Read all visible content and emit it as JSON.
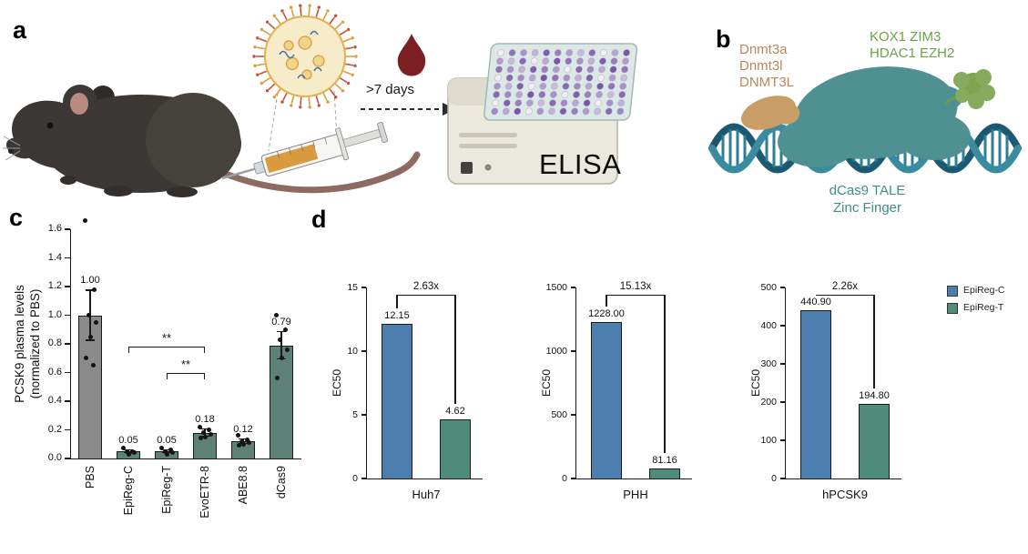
{
  "figure": {
    "panel_a": {
      "label": "a",
      "arrow_text": ">7 days",
      "elisa_text": "ELISA",
      "illustrations": [
        "mouse",
        "lipid-nanoparticle",
        "syringe",
        "blood-drop",
        "elisa-plate-reader"
      ]
    },
    "panel_b": {
      "label": "b",
      "dnmt_lines": [
        "Dnmt3a",
        "Dnmt3l",
        "DNMT3L"
      ],
      "repressor_lines": [
        "KOX1 ZIM3",
        "HDAC1 EZH2"
      ],
      "dna_binder_lines": [
        "dCas9 TALE",
        "Zinc Finger"
      ],
      "colors": {
        "dnmt": "#bb8758",
        "repressor": "#6da249",
        "dna_binder": "#3f8b8f"
      }
    },
    "panel_c": {
      "label": "c"
    },
    "panel_d": {
      "label": "d"
    }
  },
  "legend": {
    "items": [
      {
        "label": "EpiReg-C",
        "color": "#4d7fae"
      },
      {
        "label": "EpiReg-T",
        "color": "#4f8c7c"
      }
    ]
  },
  "chart_data": [
    {
      "id": "pcsk9_plasma_levels",
      "type": "bar",
      "panel": "c",
      "ylabel_lines": [
        "PCSK9 plasma levels",
        "(normalized to PBS)"
      ],
      "categories": [
        "PBS",
        "EpiReg-C",
        "EpiReg-T",
        "EvoETR-8",
        "ABE8.8",
        "dCas9"
      ],
      "values": [
        1.0,
        0.05,
        0.05,
        0.18,
        0.12,
        0.79
      ],
      "value_labels": [
        "1.00",
        "0.05",
        "0.05",
        "0.18",
        "0.12",
        "0.79"
      ],
      "errors": [
        0.18,
        0.015,
        0.015,
        0.03,
        0.02,
        0.1
      ],
      "points": [
        [
          1.66,
          1.18,
          1.0,
          0.95,
          0.85,
          0.7,
          0.65
        ],
        [
          0.07,
          0.05,
          0.05,
          0.04,
          0.03
        ],
        [
          0.07,
          0.06,
          0.05,
          0.04,
          0.03
        ],
        [
          0.22,
          0.2,
          0.18,
          0.17,
          0.15,
          0.14
        ],
        [
          0.16,
          0.13,
          0.12,
          0.11,
          0.1,
          0.09
        ],
        [
          1.0,
          0.9,
          0.83,
          0.76,
          0.7,
          0.56
        ]
      ],
      "bar_colors": [
        "#8b8b8b",
        "#5e8177",
        "#5e8177",
        "#5e8177",
        "#5e8177",
        "#5e8177"
      ],
      "ylim": [
        0,
        1.6
      ],
      "yticks": [
        0.0,
        0.2,
        0.4,
        0.6,
        0.8,
        1.0,
        1.2,
        1.4,
        1.6
      ],
      "significance": [
        {
          "from": 1,
          "to": 3,
          "label": "**",
          "y": 0.78
        },
        {
          "from": 2,
          "to": 3,
          "label": "**",
          "y": 0.6
        }
      ]
    },
    {
      "id": "ec50_huh7",
      "type": "bar",
      "panel": "d",
      "title": "Huh7",
      "ylabel": "EC50",
      "categories": [
        "EpiReg-C",
        "EpiReg-T"
      ],
      "values": [
        12.15,
        4.62
      ],
      "value_labels": [
        "12.15",
        "4.62"
      ],
      "fold_change": "2.63x",
      "ylim": [
        0,
        15
      ],
      "yticks": [
        0,
        5,
        10,
        15
      ]
    },
    {
      "id": "ec50_phh",
      "type": "bar",
      "panel": "d",
      "title": "PHH",
      "ylabel": "EC50",
      "categories": [
        "EpiReg-C",
        "EpiReg-T"
      ],
      "values": [
        1228.0,
        81.16
      ],
      "value_labels": [
        "1228.00",
        "81.16"
      ],
      "fold_change": "15.13x",
      "ylim": [
        0,
        1500
      ],
      "yticks": [
        0,
        500,
        1000,
        1500
      ]
    },
    {
      "id": "ec50_hpcsk9",
      "type": "bar",
      "panel": "d",
      "title": "hPCSK9",
      "ylabel": "EC50",
      "categories": [
        "EpiReg-C",
        "EpiReg-T"
      ],
      "values": [
        440.9,
        194.8
      ],
      "value_labels": [
        "440.90",
        "194.80"
      ],
      "fold_change": "2.26x",
      "ylim": [
        0,
        500
      ],
      "yticks": [
        0,
        100,
        200,
        300,
        400,
        500
      ]
    }
  ]
}
